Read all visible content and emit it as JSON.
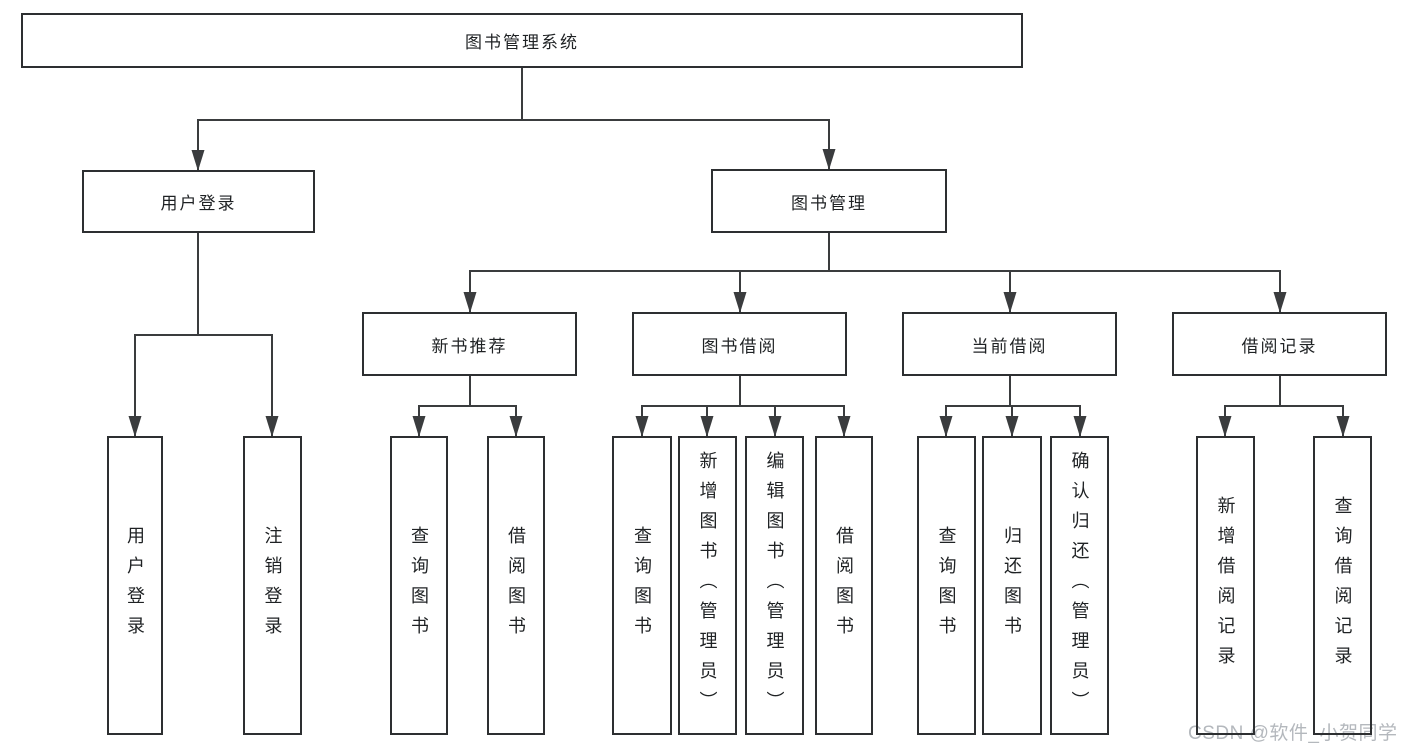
{
  "diagram_title": "图书管理系统",
  "watermark": "CSDN @软件_小贺同学",
  "colors": {
    "line": "#3a3c3e",
    "box_border": "#2d2f31",
    "text": "#1f2224",
    "watermark": "#b4b8bd",
    "background": "#ffffff"
  },
  "nodes": {
    "root": {
      "label": "图书管理系统"
    },
    "user_login": {
      "label": "用户登录"
    },
    "book_mgmt": {
      "label": "图书管理"
    },
    "new_book_rec": {
      "label": "新书推荐"
    },
    "book_borrow": {
      "label": "图书借阅"
    },
    "current_borrow": {
      "label": "当前借阅"
    },
    "borrow_records": {
      "label": "借阅记录"
    },
    "leaf_user_login": {
      "label": "用户登录"
    },
    "leaf_logout": {
      "label": "注销登录"
    },
    "leaf_nbr_query": {
      "label": "查询图书"
    },
    "leaf_nbr_borrow": {
      "label": "借阅图书"
    },
    "leaf_bb_query": {
      "label": "查询图书"
    },
    "leaf_bb_add": {
      "label": "新增图书（管理员）"
    },
    "leaf_bb_edit": {
      "label": "编辑图书（管理员）"
    },
    "leaf_bb_borrow": {
      "label": "借阅图书"
    },
    "leaf_cb_query": {
      "label": "查询图书"
    },
    "leaf_cb_return": {
      "label": "归还图书"
    },
    "leaf_cb_confirm": {
      "label": "确认归还（管理员）"
    },
    "leaf_br_add": {
      "label": "新增借阅记录"
    },
    "leaf_br_query": {
      "label": "查询借阅记录"
    }
  },
  "hierarchy": {
    "图书管理系统": {
      "用户登录": [
        "用户登录",
        "注销登录"
      ],
      "图书管理": {
        "新书推荐": [
          "查询图书",
          "借阅图书"
        ],
        "图书借阅": [
          "查询图书",
          "新增图书（管理员）",
          "编辑图书（管理员）",
          "借阅图书"
        ],
        "当前借阅": [
          "查询图书",
          "归还图书",
          "确认归还（管理员）"
        ],
        "借阅记录": [
          "新增借阅记录",
          "查询借阅记录"
        ]
      }
    }
  }
}
